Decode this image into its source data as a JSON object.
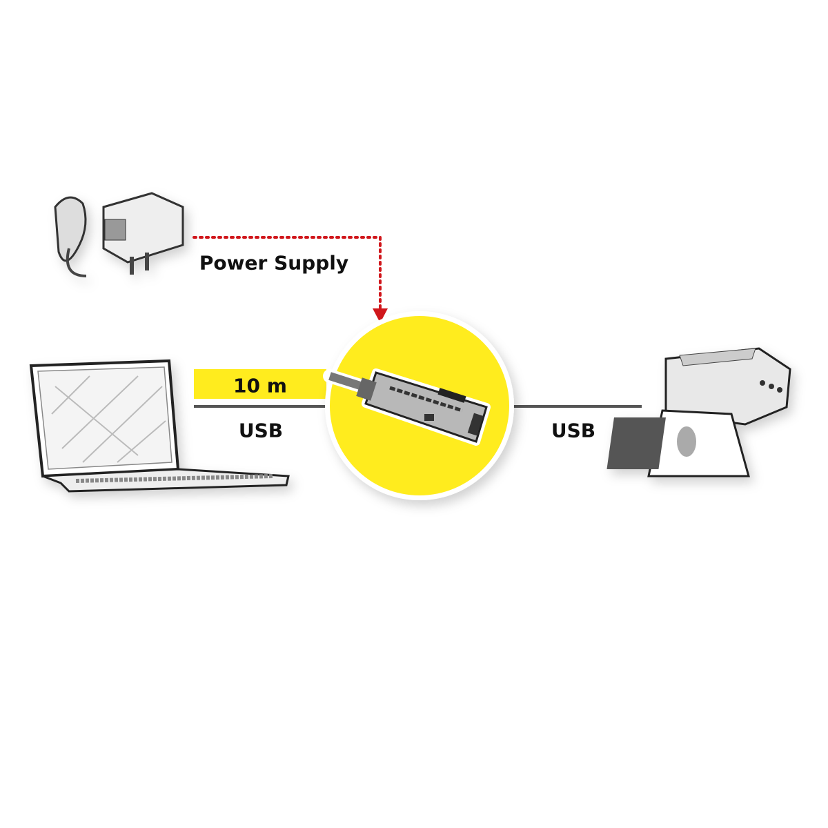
{
  "labels": {
    "power_supply": "Power Supply",
    "length": "10 m",
    "usb_left": "USB",
    "usb_right": "USB"
  },
  "devices": {
    "source": "laptop-icon",
    "extender": "usb-extension-cable-icon",
    "power": "power-adapter-icon",
    "target": "printer-icon"
  },
  "colors": {
    "accent_yellow": "#FFEC1E",
    "power_arrow": "#D0161B",
    "cable_line": "#555555"
  }
}
